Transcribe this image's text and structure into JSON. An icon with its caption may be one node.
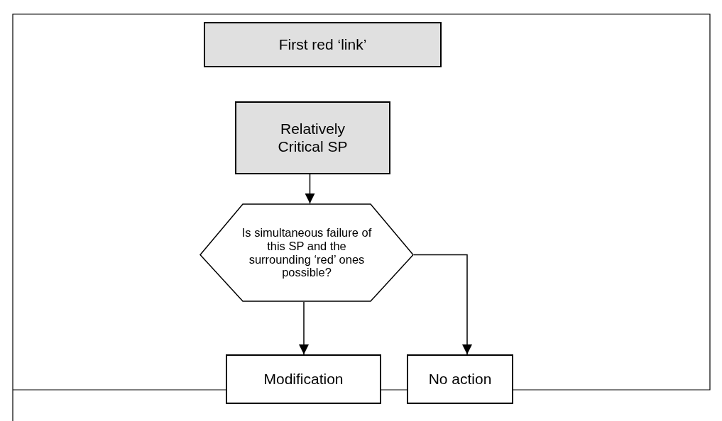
{
  "diagram": {
    "nodes": [
      {
        "text": [
          "First red ‘link’"
        ]
      },
      {
        "text": [
          "Relatively Critical SP"
        ]
      },
      {
        "text": [
          "Is simultaneous failure of this SP and the surrounding ‘red’ ones possible?"
        ]
      },
      {
        "text": [
          "Modification"
        ]
      },
      {
        "text": [
          "No action"
        ]
      }
    ],
    "edges": [
      {
        "from": 1,
        "to": 2,
        "arrow": "to"
      },
      {
        "from": 2,
        "to": 3,
        "arrow": "to"
      },
      {
        "from": 2,
        "to": 4,
        "arrow": "to"
      }
    ]
  }
}
